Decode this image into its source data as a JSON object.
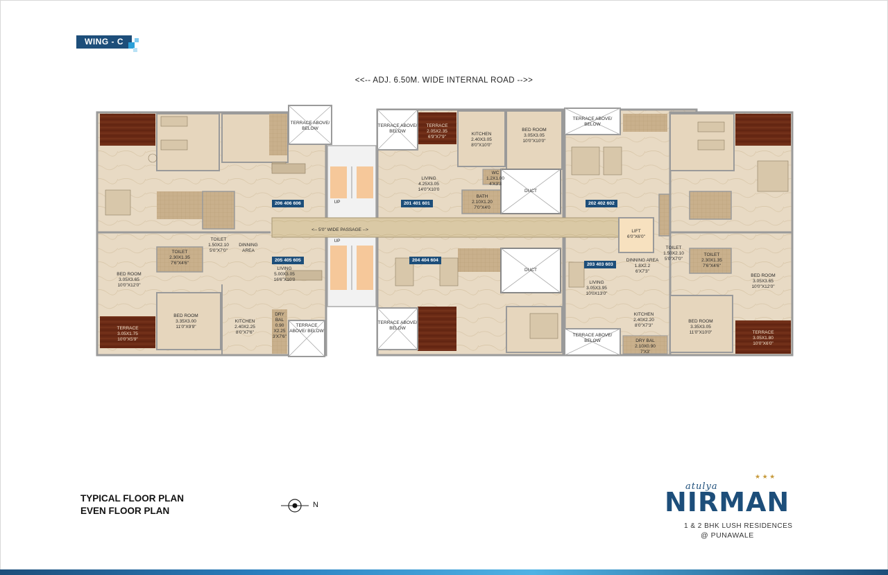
{
  "wing": "WING - C",
  "road": "<<-- ADJ. 6.50M. WIDE INTERNAL ROAD -->>",
  "passage": "<-- 5'0\" WIDE PASSAGE -->",
  "stairs": {
    "up_top": "UP",
    "up_bottom": "UP"
  },
  "duct": "DUCT",
  "lift": {
    "name": "LIFT",
    "size": "6'0\"X6'0\""
  },
  "units": [
    "206 406 606",
    "201 401 601",
    "202 402 602",
    "205 405 605",
    "204 404 604",
    "203 403 603"
  ],
  "rooms": {
    "terrace_above_below": "TERRACE ABOVE/ BELOW",
    "terrace_201": {
      "name": "TERRACE",
      "size": "2.05X2.35",
      "imp": "6'9\"X7'9\""
    },
    "kitchen_201": {
      "name": "KITCHEN",
      "size": "2.40X3.05",
      "imp": "8'0\"X10'0\""
    },
    "bed_201": {
      "name": "BED ROOM",
      "size": "3.05X3.05",
      "imp": "10'0\"X10'0\""
    },
    "living_201": {
      "name": "LIVING",
      "size": "4.25X3.05",
      "imp": "14'0\"X10'0"
    },
    "wc_201": {
      "name": "WC",
      "size": "1.2X1.00",
      "imp": "4'X3'3"
    },
    "bath_201": {
      "name": "BATH",
      "size": "2.10X1.20",
      "imp": "7'0\"X4'0"
    },
    "toilet_205a": {
      "name": "TOILET",
      "size": "1.50X2.10",
      "imp": "5'0\"X7'0\""
    },
    "toilet_205b": {
      "name": "TOILET",
      "size": "2.30X1.35",
      "imp": "7'6\"X4'6\""
    },
    "dinning_205": {
      "name": "DINNING AREA"
    },
    "bed_205a": {
      "name": "BED ROOM",
      "size": "3.05X3.65",
      "imp": "10'0\"X12'0\""
    },
    "bed_205b": {
      "name": "BED ROOM",
      "size": "3.35X3.00",
      "imp": "11'0\"X9'9\""
    },
    "living_205": {
      "name": "LIVING",
      "size": "5.00X3.05",
      "imp": "16'6\"X10'0"
    },
    "kitchen_205": {
      "name": "KITCHEN",
      "size": "2.40X2.25",
      "imp": "8'0\"X7'6\""
    },
    "drybal_205": {
      "name": "DRY BAL",
      "size": "0.90 X2.25",
      "imp": "3'X7'6\""
    },
    "terrace_205": {
      "name": "TERRACE",
      "size": "3.05X1.75",
      "imp": "10'0\"X5'9\""
    },
    "toilet_203a": {
      "name": "TOILET",
      "size": "1.50X2.10",
      "imp": "5'0\"X7'0\""
    },
    "toilet_203b": {
      "name": "TOILET",
      "size": "2.30X1.35",
      "imp": "7'6\"X4'6\""
    },
    "dinning_203": {
      "name": "DINNING AREA",
      "size": "1.8X2.2",
      "imp": "6'X7'3\""
    },
    "living_203": {
      "name": "LIVING",
      "size": "3.05X3.95",
      "imp": "10'0X13'0\""
    },
    "kitchen_203": {
      "name": "KITCHEN",
      "size": "2.40X2.20",
      "imp": "8'0\"X7'3\""
    },
    "drybal_203": {
      "name": "DRY BAL",
      "size": "2.10X0.90",
      "imp": "7'X3'"
    },
    "bed_203a": {
      "name": "BED ROOM",
      "size": "3.05X3.65",
      "imp": "10'0\"X12'0\""
    },
    "bed_203b": {
      "name": "BED ROOM",
      "size": "3.35X3.05",
      "imp": "11'0\"X10'0\""
    },
    "terrace_203": {
      "name": "TERRACE",
      "size": "3.05X1.80",
      "imp": "10'0\"X6'0\""
    }
  },
  "titles": {
    "line1": "TYPICAL FLOOR PLAN",
    "line2": "EVEN FLOOR PLAN"
  },
  "compass": "N",
  "logo": {
    "small": "atulya",
    "main": "NIRMAN",
    "tag1": "1 & 2 BHK LUSH RESIDENCES",
    "tag2": "@ PUNAWALE"
  },
  "colors": {
    "brand": "#1d4e7a",
    "floor": "#e6d7c0",
    "wood": "#6a2a15",
    "passage": "#d8c8a4"
  }
}
